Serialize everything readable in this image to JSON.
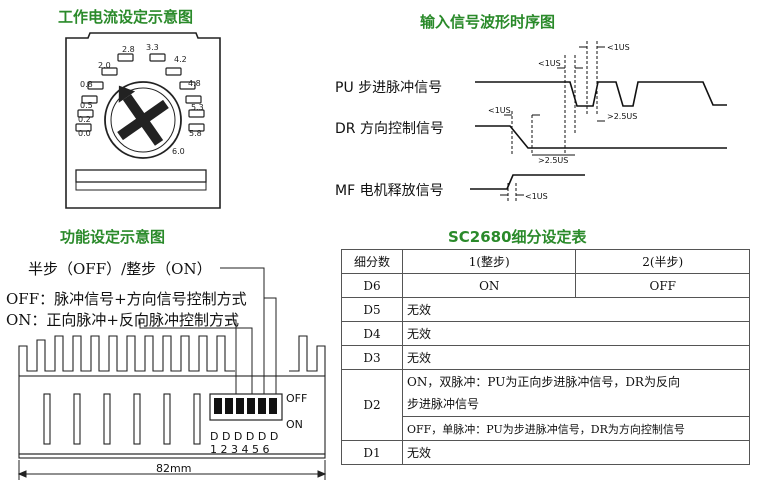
{
  "titles": {
    "current": "工作电流设定示意图",
    "waveform": "输入信号波形时序图",
    "function": "功能设定示意图",
    "table": "SC2680细分设定表"
  },
  "dial": {
    "labels": [
      "0.0",
      "0.2",
      "0.5",
      "0.8",
      "2.0",
      "2.8",
      "3.3",
      "4.2",
      "4.8",
      "5.3",
      "5.8",
      "6.0"
    ]
  },
  "waveform": {
    "signals": [
      "PU  步进脉冲信号",
      "DR  方向控制信号",
      "MF  电机释放信号"
    ],
    "timing_labels": [
      "<1US",
      "<1US",
      ">2.5US",
      "<1US",
      ">2.5US",
      "<1US"
    ]
  },
  "function_diagram": {
    "mode_label": "半步（OFF）/整步（ON）",
    "off_line": "OFF：脉冲信号+方向信号控制方式",
    "on_line": "ON：正向脉冲+反向脉冲控制方式",
    "switch_off": "OFF",
    "switch_on": "ON",
    "switch_letters": "D D D D D D",
    "switch_numbers": "1 2 3 4 5 6",
    "width": "82mm"
  },
  "table": {
    "header": [
      "细分数",
      "1(整步)",
      "2(半步)"
    ],
    "rows": [
      {
        "label": "D6",
        "col1": "ON",
        "col2": "OFF"
      },
      {
        "label": "D5",
        "text": "无效"
      },
      {
        "label": "D4",
        "text": "无效"
      },
      {
        "label": "D3",
        "text": "无效"
      }
    ],
    "d2": {
      "label": "D2",
      "line1": "ON，双脉冲：PU为正向步进脉冲信号，DR为反向",
      "line2": "步进脉冲信号",
      "line3": "OFF，单脉冲：PU为步进脉冲信号，DR为方向控制信号"
    },
    "d1": {
      "label": "D1",
      "text": "无效"
    }
  }
}
